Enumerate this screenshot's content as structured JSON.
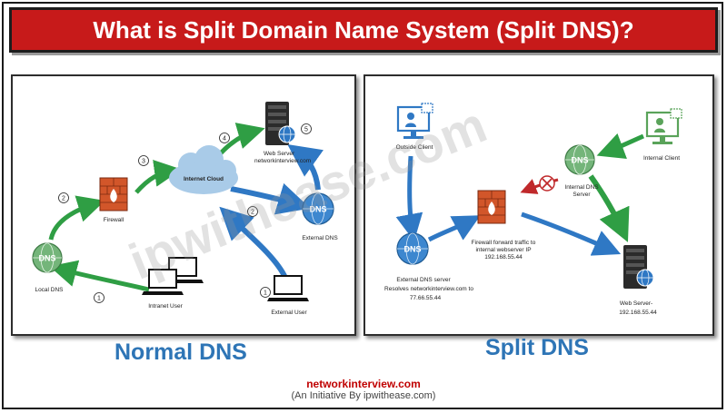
{
  "title": "What is Split Domain Name System (Split DNS)?",
  "watermark": "ipwithease.com",
  "dns_icon_text": "DNS",
  "normal": {
    "caption": "Normal DNS",
    "web_server": "Web Server",
    "web_server_host": "networkinterview.com",
    "internet_cloud": "Internet Cloud",
    "firewall": "Firewall",
    "local_dns": "Local DNS",
    "external_dns": "External DNS",
    "intranet_user": "Intranet User",
    "external_user": "External User",
    "steps": [
      "1",
      "2",
      "3",
      "4",
      "5",
      "1",
      "2"
    ]
  },
  "split": {
    "caption": "Split DNS",
    "outside_client": "Outside Client",
    "internal_client": "Internal Client",
    "internal_dns_line1": "Internal DNS",
    "internal_dns_line2": "Server",
    "firewall_line1": "Firewall forward traffic to",
    "firewall_line2": "internal webserver IP",
    "firewall_line3": "192.168.55.44",
    "external_dns_line1": "External DNS server",
    "external_dns_line2": "Resolves networkinterview.com to",
    "external_dns_line3": "77.66.55.44",
    "web_server_line1": "Web Server-",
    "web_server_line2": "192.168.55.44"
  },
  "footer": {
    "site": "networkinterview.com",
    "subtitle": "(An Initiative By ipwithease.com)"
  }
}
